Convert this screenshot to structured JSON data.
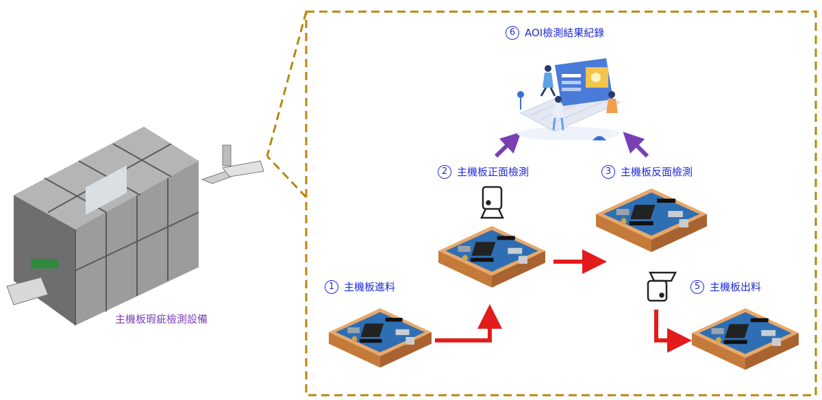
{
  "machine": {
    "caption": "主機板瑕疵檢測設備"
  },
  "steps": [
    {
      "num": "1",
      "label": "主機板進料"
    },
    {
      "num": "2",
      "label": "主機板正面檢測"
    },
    {
      "num": "3",
      "label": "主機板反面檢測"
    },
    {
      "num": "5",
      "label": "主機板出料"
    },
    {
      "num": "6",
      "label": "AOI檢測結果紀錄"
    }
  ],
  "colors": {
    "dashed_frame": "#b8860b",
    "flow_arrow": "#e31b1b",
    "result_arrow": "#7a3fb5",
    "step_text": "#1f2ad6",
    "board_blue": "#2e6fb3",
    "machine_gray": "#6e6e6e"
  },
  "icons": [
    "camera-top-icon",
    "camera-bottom-icon",
    "aoi-illustration-icon"
  ]
}
